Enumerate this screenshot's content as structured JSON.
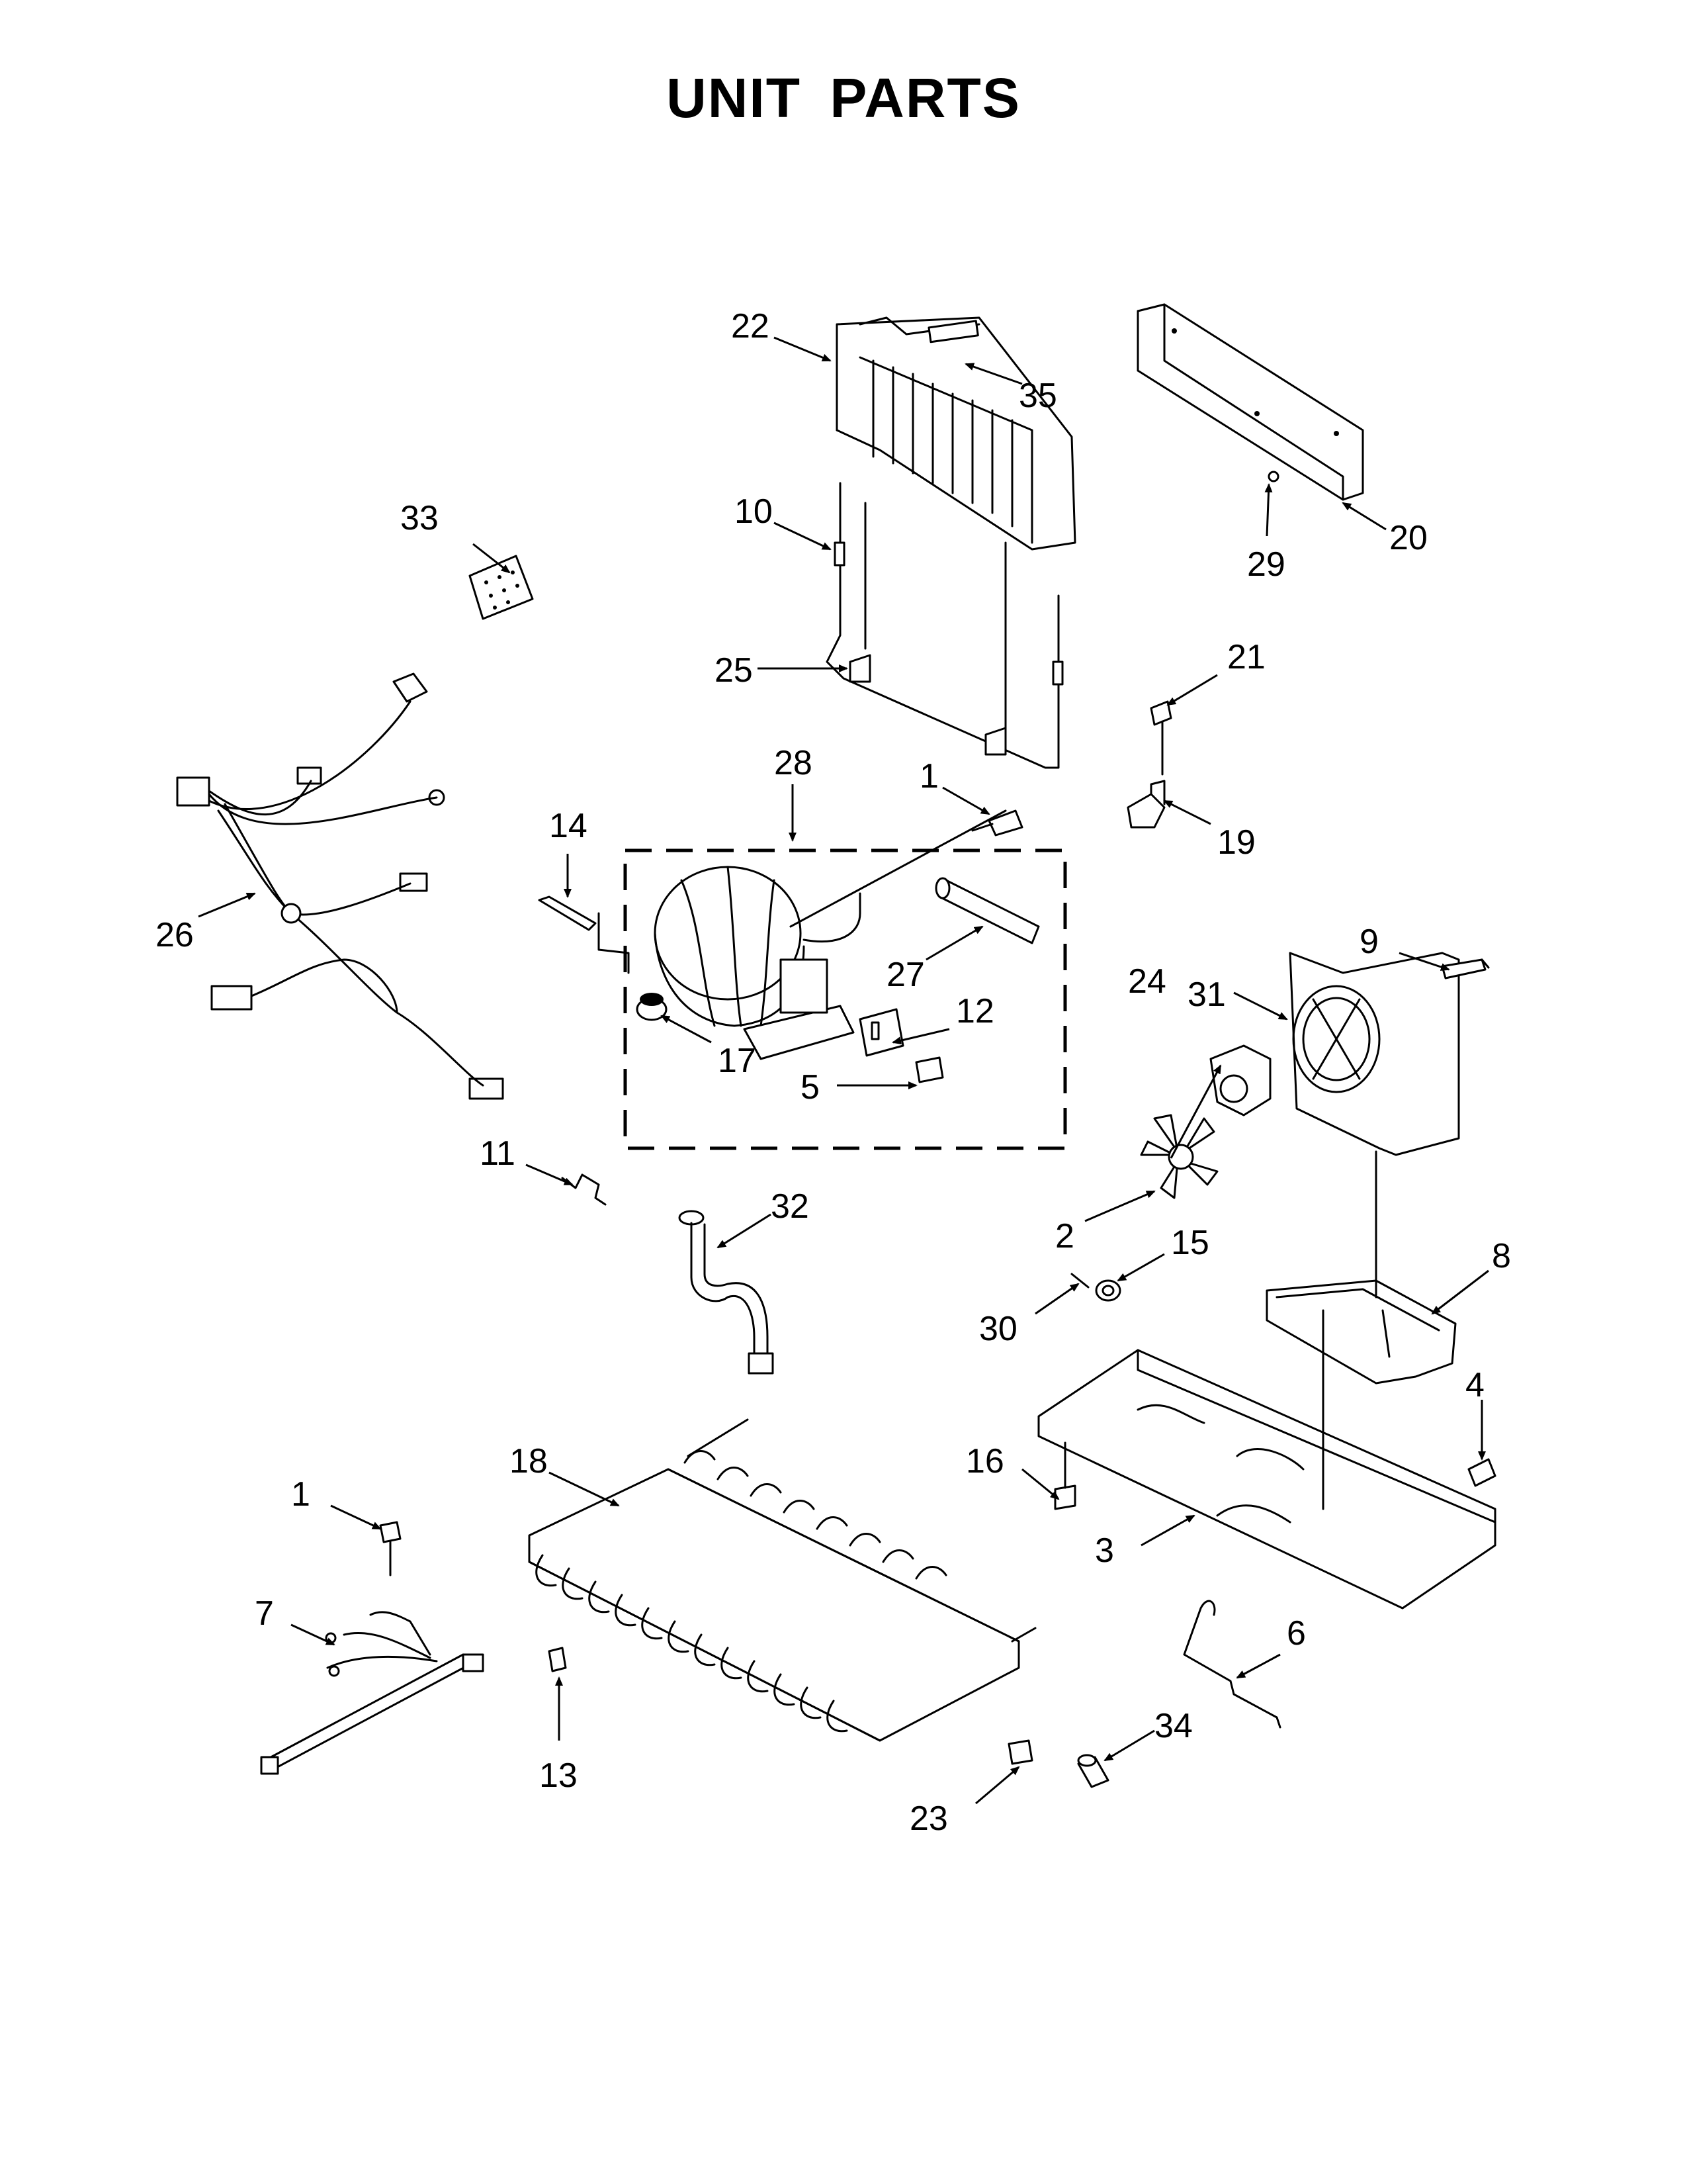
{
  "title": "UNIT PARTS",
  "callouts": [
    "1",
    "1",
    "2",
    "3",
    "4",
    "5",
    "6",
    "7",
    "8",
    "9",
    "10",
    "11",
    "12",
    "13",
    "14",
    "15",
    "16",
    "17",
    "18",
    "19",
    "20",
    "21",
    "22",
    "23",
    "24",
    "25",
    "26",
    "27",
    "28",
    "29",
    "30",
    "31",
    "32",
    "33",
    "34",
    "35"
  ]
}
